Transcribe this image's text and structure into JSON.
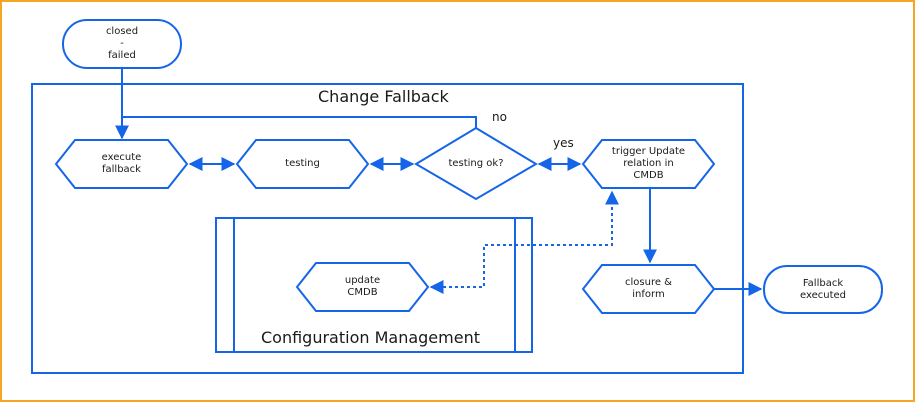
{
  "colors": {
    "frame": "#f5a623",
    "shape": "#1565e8",
    "connector": "#1565e8"
  },
  "diagram": {
    "container_title": "Change Fallback",
    "subprocess_title": "Configuration Management",
    "start": "closed\n-\nfailed",
    "end": "Fallback\nexecuted",
    "nodes": {
      "execute_fallback": "execute\nfallback",
      "testing": "testing",
      "decision": "testing ok?",
      "trigger_update": "trigger Update\nrelation  in\nCMDB",
      "closure_inform": "closure &\ninform",
      "update_cmdb": "update\nCMDB"
    },
    "edge_labels": {
      "no": "no",
      "yes": "yes"
    }
  }
}
